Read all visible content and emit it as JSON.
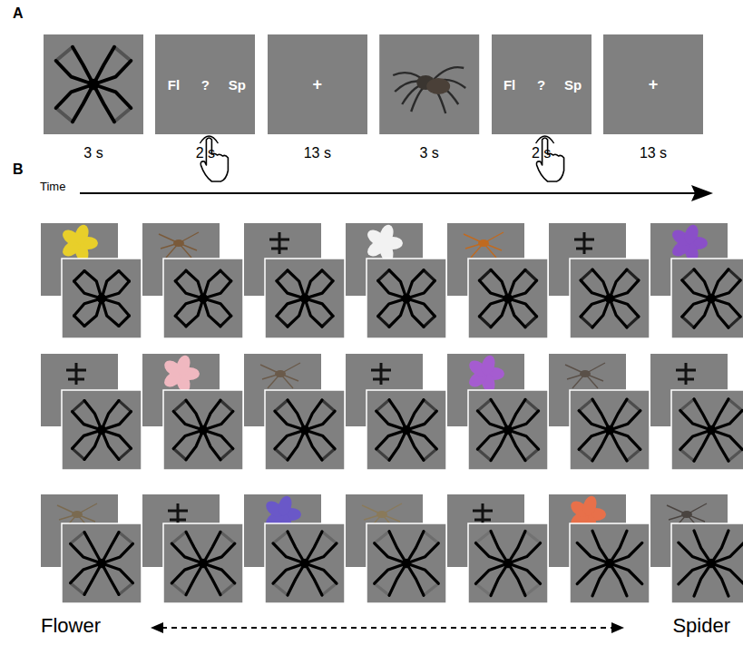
{
  "diagram": {
    "nodes": [
      {
        "text": [
          "Fl",
          "?",
          "Sp"
        ]
      },
      {
        "text": [
          "+"
        ]
      },
      {
        "text": [
          "Fl",
          "?",
          "Sp"
        ]
      },
      {
        "text": [
          "+"
        ]
      }
    ],
    "labels": [
      "A",
      "3 s",
      "2 s",
      "13 s",
      "3 s",
      "2 s",
      "13 s",
      "B",
      "Time",
      "Flower",
      "Spider"
    ]
  }
}
